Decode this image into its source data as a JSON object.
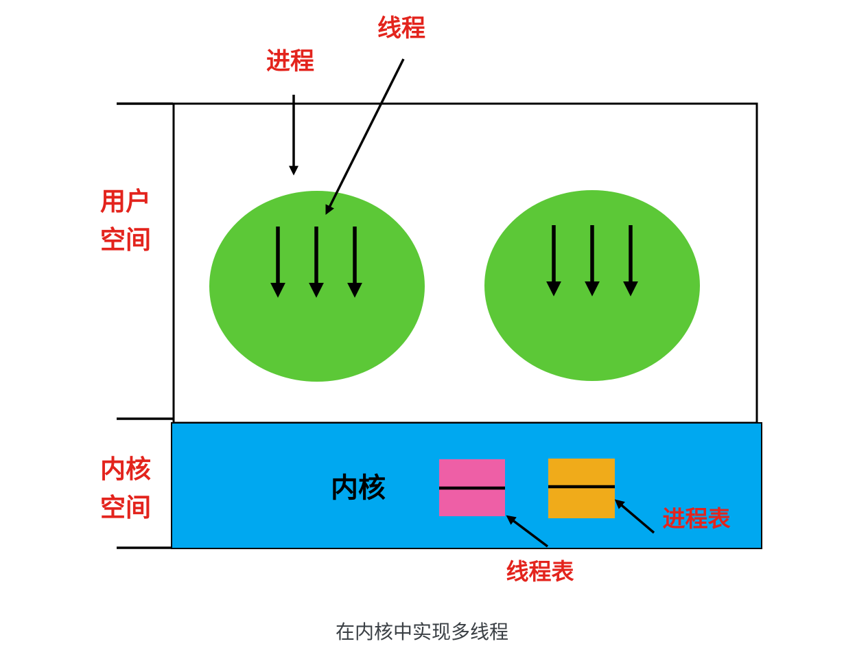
{
  "colors": {
    "label-red": "#e3241d",
    "green": "#5cc837",
    "blue": "#00a8f0",
    "pink": "#ee5fa6",
    "orange": "#f0ab1a",
    "ink": "#000000",
    "caption-gray": "#3b4045"
  },
  "labels": {
    "process": "进程",
    "thread": "线程",
    "user_space": [
      "用户",
      "空间"
    ],
    "kernel_space": [
      "内核",
      "空间"
    ],
    "kernel": "内核",
    "thread_table": "线程表",
    "process_table": "进程表"
  },
  "caption": "在内核中实现多线程"
}
